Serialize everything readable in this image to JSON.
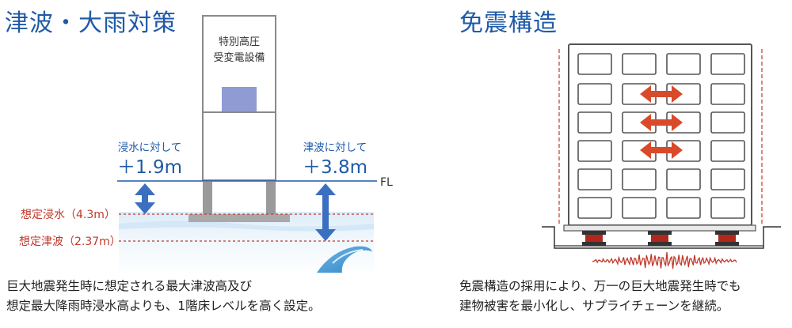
{
  "tsunami_section": {
    "title": "津波・大雨対策",
    "equipment_label": [
      "特別高圧",
      "受変電設備"
    ],
    "flood_note": {
      "label": "浸水に対して",
      "value": "＋1.9m"
    },
    "tsunami_note": {
      "label": "津波に対して",
      "value": "＋3.8m"
    },
    "floor_level_label": "FL",
    "flood_level_label": "想定浸水（4.3m）",
    "tsunami_level_label": "想定津波（2.37m）",
    "caption": [
      "巨大地震発生時に想定される最大津波高及び",
      "想定最大降雨時浸水高よりも、1階床レベルを高く設定。"
    ]
  },
  "seismic_section": {
    "title": "免震構造",
    "caption": [
      "免震構造の採用により、万一の巨大地震発生時でも",
      "建物被害を最小化し、サプライチェーンを継続。"
    ]
  },
  "colors": {
    "heading": "#1f5aa6",
    "note_blue": "#1f5aa6",
    "danger_red": "#c0392b",
    "arrow_blue": "#3b6fc0",
    "equipment_fill": "#8f9bd2",
    "structure_gray": "#8a8a8a",
    "isolator_red": "#b2271c"
  }
}
